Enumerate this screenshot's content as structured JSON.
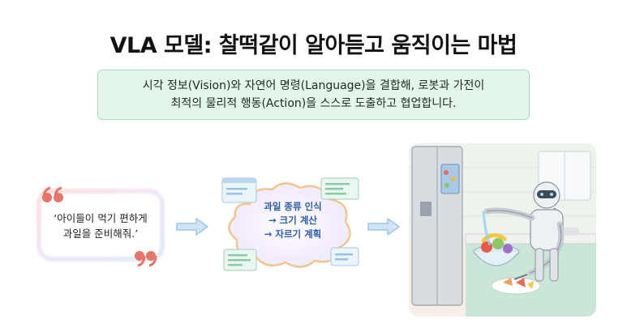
{
  "title": "VLA 모델: 찰떡같이 알아듣고 움직이는 마법",
  "subtitle": {
    "line1": "시각 정보(Vision)와 자연어 명령(Language)을 결합해, 로봇과 가전이",
    "line2": "최적의 물리적 행동(Action)을 스스로 도출하고 협업합니다."
  },
  "speech": {
    "line1": "‘아이들이 먹기 편하게",
    "line2": "과일을 준비해줘.’"
  },
  "thought": {
    "line1": "과일 종류 인식",
    "line2": "→ 크기 계산",
    "line3": "→ 자르기 계획"
  },
  "colors": {
    "accent_green": "#a8d9bf",
    "arrow_blue": "#9cc6e8",
    "quote_red": "#e8746a",
    "cloud_blue": "#2a5fa8"
  }
}
